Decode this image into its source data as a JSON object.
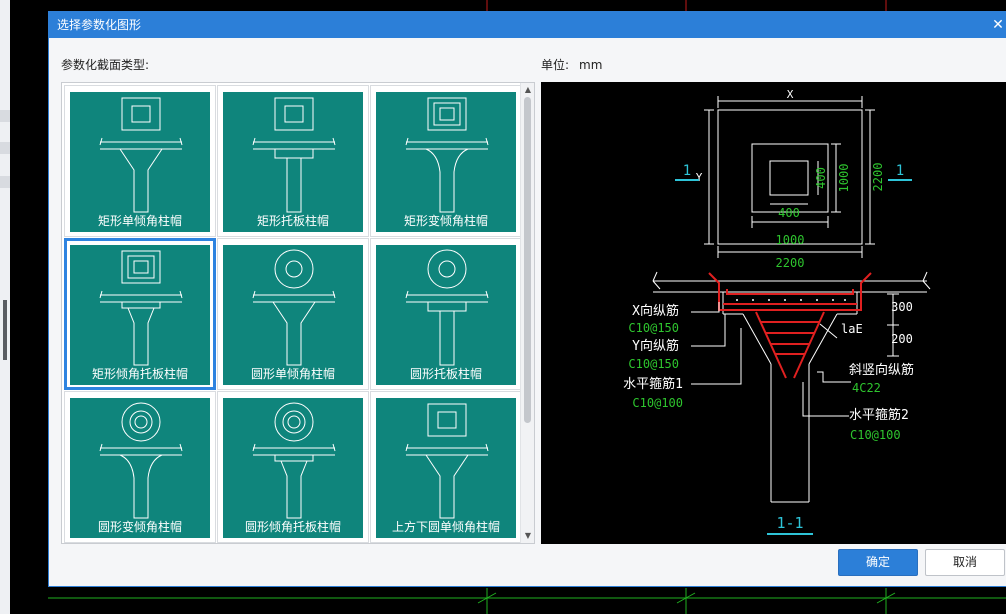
{
  "dialog": {
    "title": "选择参数化图形",
    "section_type_label": "参数化截面类型:",
    "unit_label": "单位:",
    "unit_value": "mm",
    "ok_label": "确定",
    "cancel_label": "取消",
    "selected_index": 3
  },
  "tiles": [
    {
      "label": "矩形单倾角柱帽"
    },
    {
      "label": "矩形托板柱帽"
    },
    {
      "label": "矩形变倾角柱帽"
    },
    {
      "label": "矩形倾角托板柱帽"
    },
    {
      "label": "圆形单倾角柱帽"
    },
    {
      "label": "圆形托板柱帽"
    },
    {
      "label": "圆形变倾角柱帽"
    },
    {
      "label": "圆形倾角托板柱帽"
    },
    {
      "label": "上方下圆单倾角柱帽"
    }
  ],
  "preview": {
    "dim_x": "X",
    "dim_y": "Y",
    "dim_2200_top": "2200",
    "dim_2200_right": "2200",
    "dim_1000_bottom": "1000",
    "dim_1000_right": "1000",
    "dim_400_bottom": "400",
    "dim_400_right": "400",
    "section_mark_left": "1",
    "section_mark_right": "1",
    "dim_300": "300",
    "dim_200": "200",
    "lae": "laE",
    "x_rebar_label": "X向纵筋",
    "x_rebar_value": "C10@150",
    "y_rebar_label": "Y向纵筋",
    "y_rebar_value": "C10@150",
    "stirrup1_label": "水平箍筋1",
    "stirrup1_value": "C10@100",
    "slant_rebar_label": "斜竖向纵筋",
    "slant_rebar_value": "4C22",
    "stirrup2_label": "水平箍筋2",
    "stirrup2_value": "C10@100",
    "section_title": "1-1"
  },
  "colors": {
    "accent": "#2c7fd8",
    "tile_bg": "#0f857c",
    "cad_green": "#2ec42e",
    "cad_red": "#e02020",
    "cad_cyan": "#2ec4d8"
  }
}
